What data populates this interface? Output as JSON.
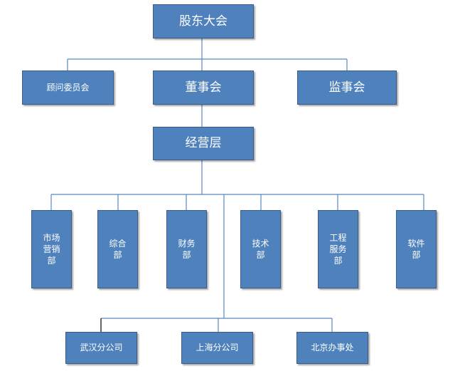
{
  "org_chart": {
    "shareholders_meeting": "股东大会",
    "advisory_committee": "顾问委员会",
    "board_of_directors": "董事会",
    "board_of_supervisors": "监事会",
    "management": "经营层",
    "departments": {
      "marketing": "市场\n营销\n部",
      "general": "综合\n部",
      "finance": "财务\n部",
      "technology": "技术\n部",
      "engineering_services": "工程\n服务\n部",
      "software": "软件\n部"
    },
    "branches": {
      "wuhan": "武汉分公司",
      "shanghai": "上海分公司",
      "beijing": "北京办事处"
    }
  },
  "colors": {
    "box_fill": "#4f81bd",
    "box_border": "#385d8a",
    "connector": "#5b87bd",
    "text": "#ffffff"
  }
}
